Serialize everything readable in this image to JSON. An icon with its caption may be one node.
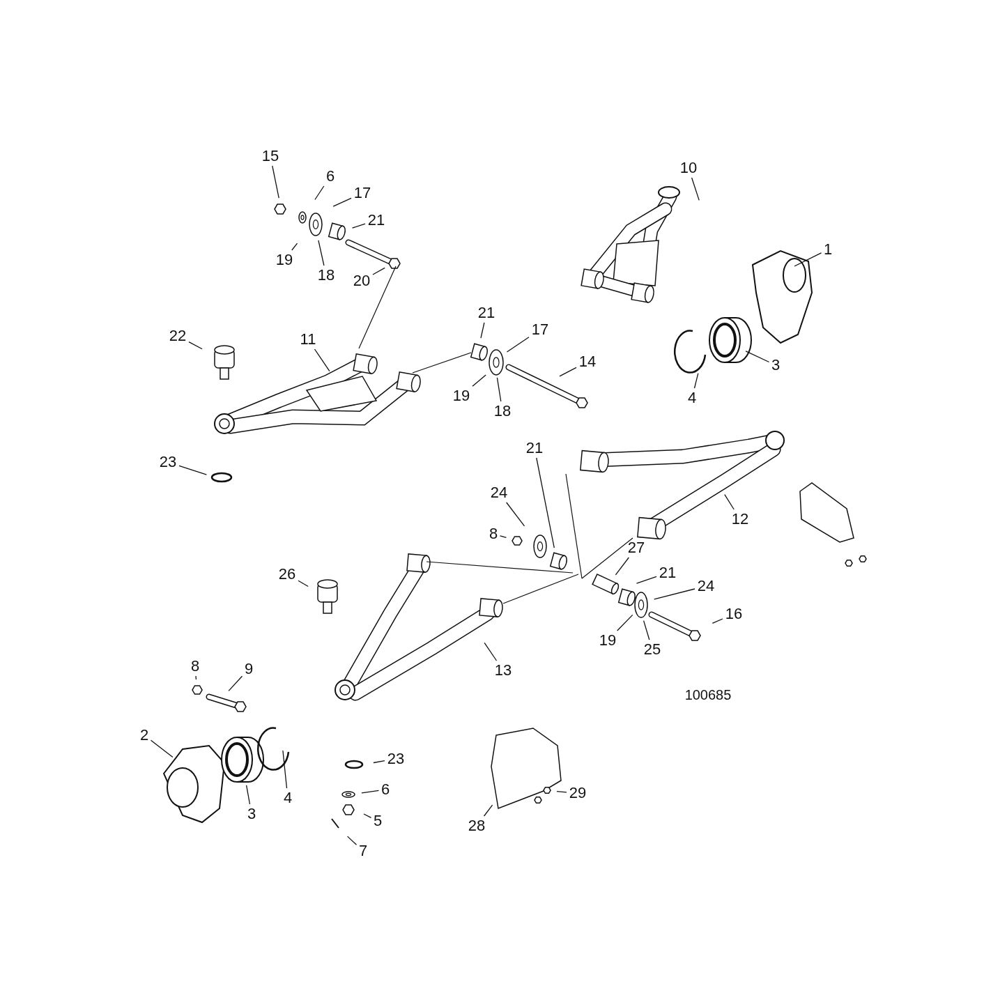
{
  "diagram": {
    "nodes": [
      {
        "text": [
          "15"
        ]
      },
      {
        "text": [
          "6"
        ]
      },
      {
        "text": [
          "17"
        ]
      },
      {
        "text": [
          "21"
        ]
      },
      {
        "text": [
          "19"
        ]
      },
      {
        "text": [
          "18"
        ]
      },
      {
        "text": [
          "20"
        ]
      },
      {
        "text": [
          "10"
        ]
      },
      {
        "text": [
          "1"
        ]
      },
      {
        "text": [
          "22"
        ]
      },
      {
        "text": [
          "11"
        ]
      },
      {
        "text": [
          "21"
        ]
      },
      {
        "text": [
          "17"
        ]
      },
      {
        "text": [
          "14"
        ]
      },
      {
        "text": [
          "19"
        ]
      },
      {
        "text": [
          "18"
        ]
      },
      {
        "text": [
          "3"
        ]
      },
      {
        "text": [
          "4"
        ]
      },
      {
        "text": [
          "23"
        ]
      },
      {
        "text": [
          "21"
        ]
      },
      {
        "text": [
          "24"
        ]
      },
      {
        "text": [
          "8"
        ]
      },
      {
        "text": [
          "12"
        ]
      },
      {
        "text": [
          "27"
        ]
      },
      {
        "text": [
          "21"
        ]
      },
      {
        "text": [
          "24"
        ]
      },
      {
        "text": [
          "16"
        ]
      },
      {
        "text": [
          "19"
        ]
      },
      {
        "text": [
          "25"
        ]
      },
      {
        "text": [
          "26"
        ]
      },
      {
        "text": [
          "13"
        ]
      },
      {
        "text": [
          "8"
        ]
      },
      {
        "text": [
          "9"
        ]
      },
      {
        "text": [
          "2"
        ]
      },
      {
        "text": [
          "3"
        ]
      },
      {
        "text": [
          "4"
        ]
      },
      {
        "text": [
          "23"
        ]
      },
      {
        "text": [
          "6"
        ]
      },
      {
        "text": [
          "5"
        ]
      },
      {
        "text": [
          "7"
        ]
      },
      {
        "text": [
          "28"
        ]
      },
      {
        "text": [
          "29"
        ]
      }
    ],
    "edges": [
      {
        "from": 0,
        "to": null,
        "arrow": "none"
      },
      {
        "from": 1,
        "to": null,
        "arrow": "none"
      },
      {
        "from": 2,
        "to": null,
        "arrow": "none"
      },
      {
        "from": 3,
        "to": null,
        "arrow": "none"
      },
      {
        "from": 4,
        "to": null,
        "arrow": "none"
      },
      {
        "from": 5,
        "to": null,
        "arrow": "none"
      },
      {
        "from": 6,
        "to": null,
        "arrow": "none"
      },
      {
        "from": 7,
        "to": null,
        "arrow": "none"
      },
      {
        "from": 8,
        "to": null,
        "arrow": "none"
      },
      {
        "from": 9,
        "to": null,
        "arrow": "none"
      },
      {
        "from": 10,
        "to": null,
        "arrow": "none"
      },
      {
        "from": 11,
        "to": null,
        "arrow": "none"
      },
      {
        "from": 12,
        "to": null,
        "arrow": "none"
      },
      {
        "from": 13,
        "to": null,
        "arrow": "none"
      },
      {
        "from": 14,
        "to": null,
        "arrow": "none"
      },
      {
        "from": 15,
        "to": null,
        "arrow": "none"
      },
      {
        "from": 16,
        "to": null,
        "arrow": "none"
      },
      {
        "from": 17,
        "to": null,
        "arrow": "none"
      },
      {
        "from": 18,
        "to": null,
        "arrow": "none"
      },
      {
        "from": 19,
        "to": null,
        "arrow": "none"
      },
      {
        "from": 20,
        "to": null,
        "arrow": "none"
      },
      {
        "from": 21,
        "to": null,
        "arrow": "none"
      },
      {
        "from": 22,
        "to": null,
        "arrow": "none"
      },
      {
        "from": 23,
        "to": null,
        "arrow": "none"
      },
      {
        "from": 24,
        "to": null,
        "arrow": "none"
      },
      {
        "from": 25,
        "to": null,
        "arrow": "none"
      },
      {
        "from": 26,
        "to": null,
        "arrow": "none"
      },
      {
        "from": 27,
        "to": null,
        "arrow": "none"
      },
      {
        "from": 28,
        "to": null,
        "arrow": "none"
      },
      {
        "from": 29,
        "to": null,
        "arrow": "none"
      },
      {
        "from": 30,
        "to": null,
        "arrow": "none"
      },
      {
        "from": 31,
        "to": null,
        "arrow": "none"
      },
      {
        "from": 32,
        "to": null,
        "arrow": "none"
      },
      {
        "from": 33,
        "to": null,
        "arrow": "none"
      },
      {
        "from": 34,
        "to": null,
        "arrow": "none"
      },
      {
        "from": 35,
        "to": null,
        "arrow": "none"
      },
      {
        "from": 36,
        "to": null,
        "arrow": "none"
      },
      {
        "from": 37,
        "to": null,
        "arrow": "none"
      },
      {
        "from": 38,
        "to": null,
        "arrow": "none"
      },
      {
        "from": 39,
        "to": null,
        "arrow": "none"
      },
      {
        "from": 40,
        "to": null,
        "arrow": "none"
      },
      {
        "from": 41,
        "to": null,
        "arrow": "none"
      }
    ],
    "labels": [
      "100685"
    ]
  }
}
